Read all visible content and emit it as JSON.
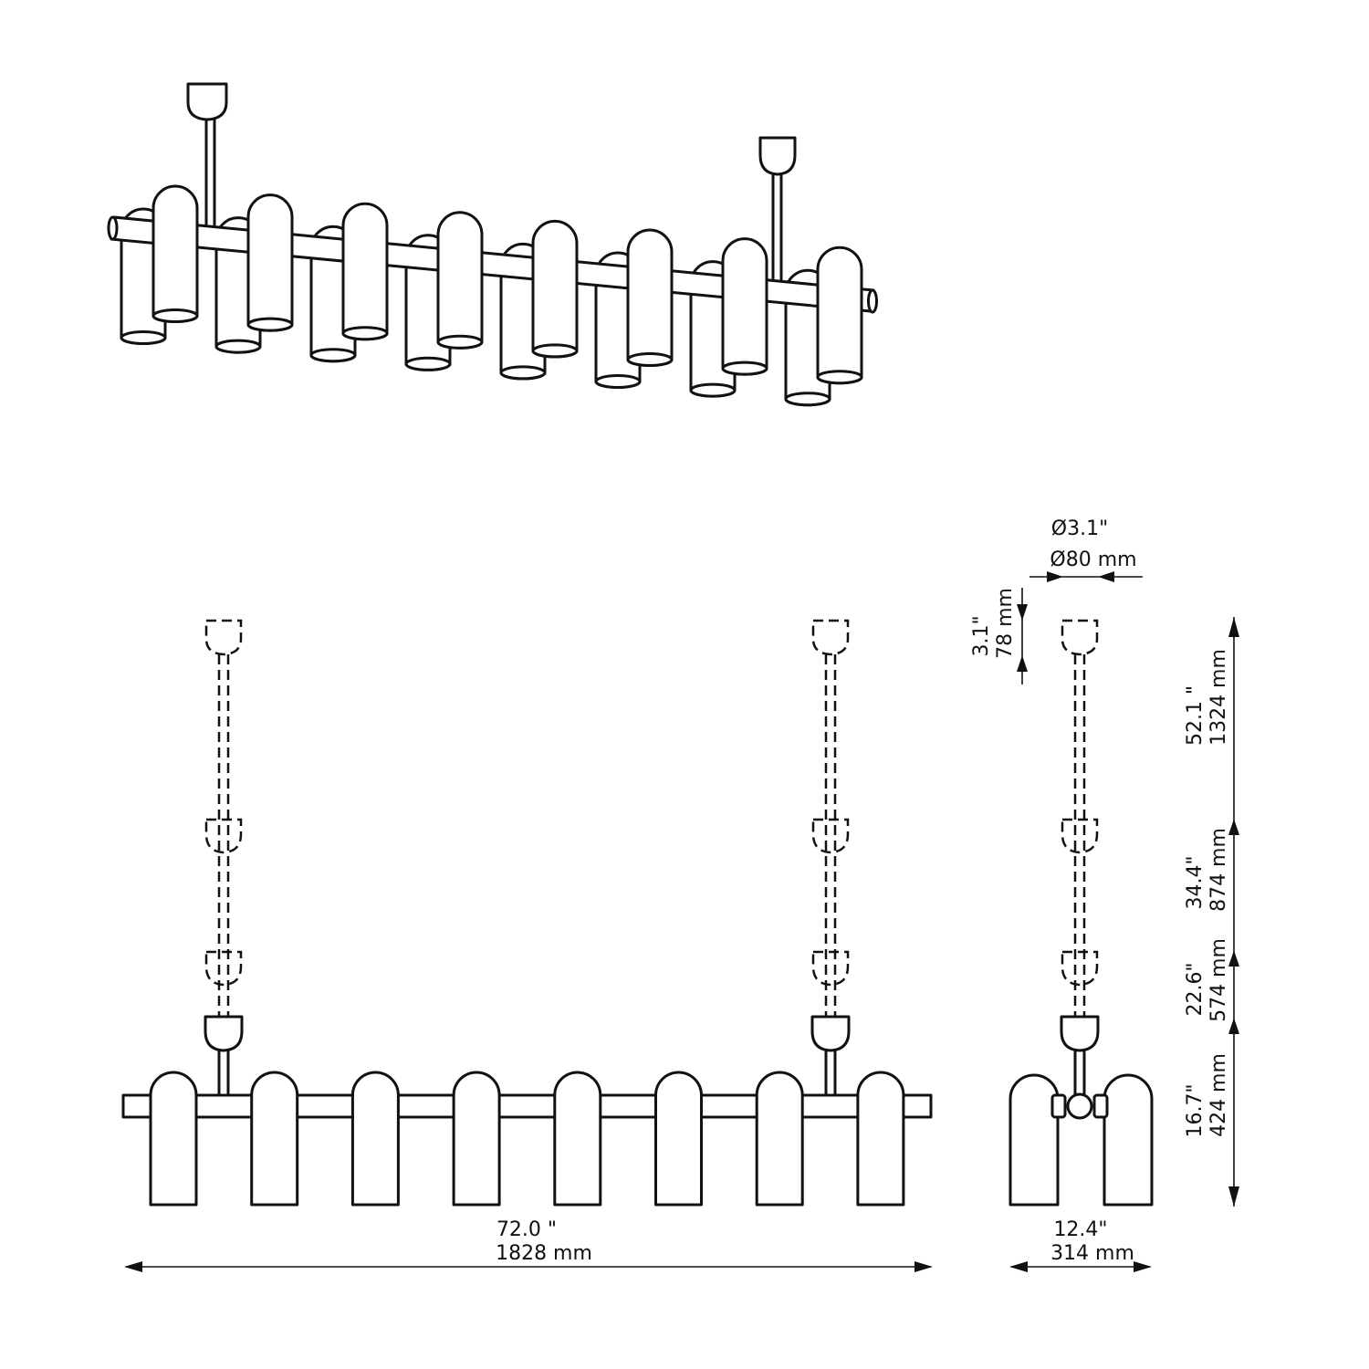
{
  "dimensions": {
    "width": {
      "imperial": "72.0 \"",
      "metric": "1828 mm"
    },
    "depth": {
      "imperial": "12.4\"",
      "metric": "314 mm"
    },
    "diameter": {
      "imperial": "Ø3.1\"",
      "metric": "Ø80 mm"
    },
    "canopy_height": {
      "imperial": "3.1\"",
      "metric": "78 mm"
    },
    "drop_max": {
      "imperial": "52.1 \"",
      "metric": "1324 mm"
    },
    "drop_2": {
      "imperial": "34.4\"",
      "metric": "874 mm"
    },
    "drop_3": {
      "imperial": "22.6\"",
      "metric": "574 mm"
    },
    "body_height": {
      "imperial": "16.7\"",
      "metric": "424 mm"
    }
  },
  "colors": {
    "line": "#111111",
    "background": "#ffffff"
  }
}
